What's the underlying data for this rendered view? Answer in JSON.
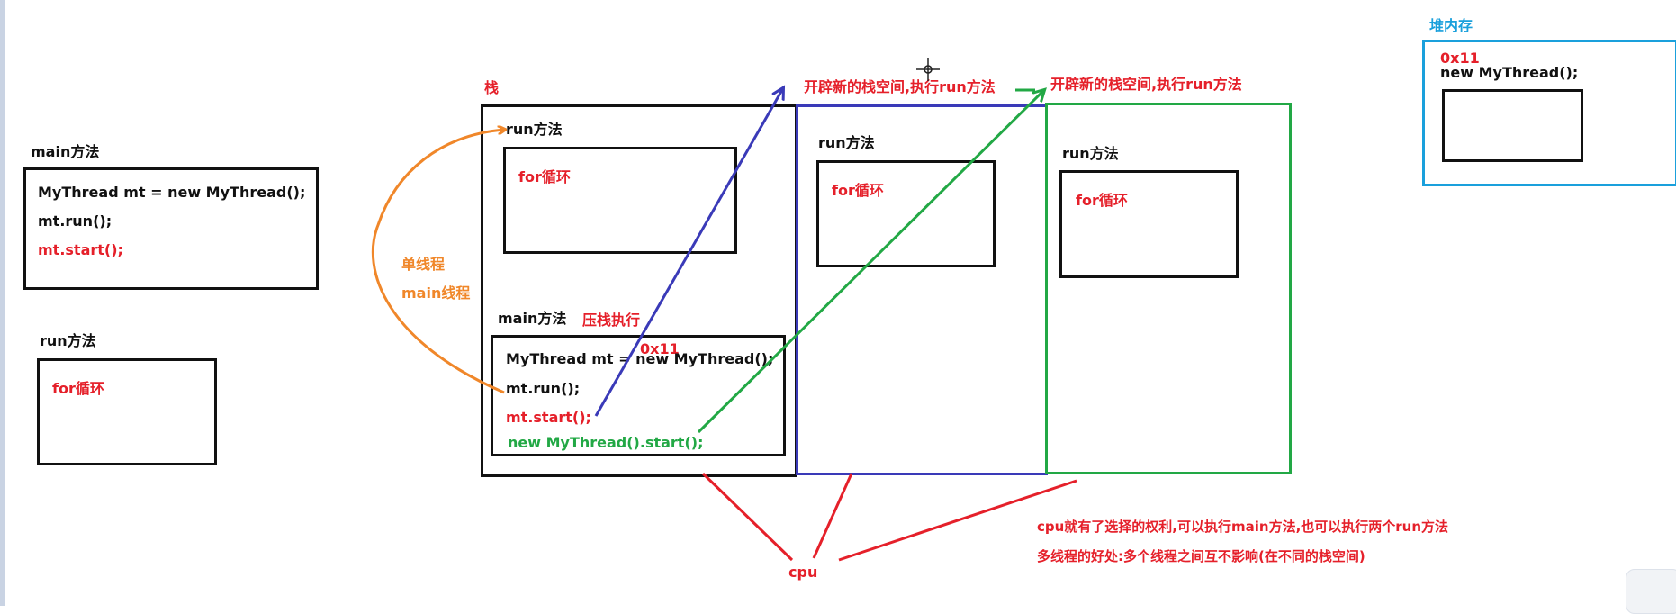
{
  "left": {
    "main_title": "main方法",
    "code": [
      "MyThread mt = new MyThread();",
      "mt.run();",
      "mt.start();"
    ],
    "run_title": "run方法",
    "for_label": "for循环"
  },
  "stack": {
    "label": "栈",
    "run_title": "run方法",
    "for_label": "for循环",
    "main_title": "main方法",
    "push_label": "压栈执行",
    "addr": "0x11",
    "code": [
      "MyThread mt = new MyThread();",
      "mt.run();",
      "mt.start();",
      "new MyThread().start();"
    ]
  },
  "thread": {
    "single_label": "单线程",
    "main_thread_label": "main线程"
  },
  "blue_stack": {
    "caption": "开辟新的栈空间,执行run方法",
    "run_title": "run方法",
    "for_label": "for循环"
  },
  "green_stack": {
    "caption": "开辟新的栈空间,执行run方法",
    "run_title": "run方法",
    "for_label": "for循环"
  },
  "heap": {
    "label": "堆内存",
    "addr": "0x11",
    "obj": "new MyThread();"
  },
  "cpu": {
    "label": "cpu",
    "note1": "cpu就有了选择的权利,可以执行main方法,也可以执行两个run方法",
    "note2": "多线程的好处:多个线程之间互不影响(在不同的栈空间)"
  },
  "colors": {
    "black": "#111111",
    "red": "#e5202a",
    "orange": "#f0872a",
    "blue": "#3a3ab8",
    "green": "#22a845",
    "cyan": "#1aa0dc"
  },
  "icons": [
    "crosshair-icon"
  ]
}
